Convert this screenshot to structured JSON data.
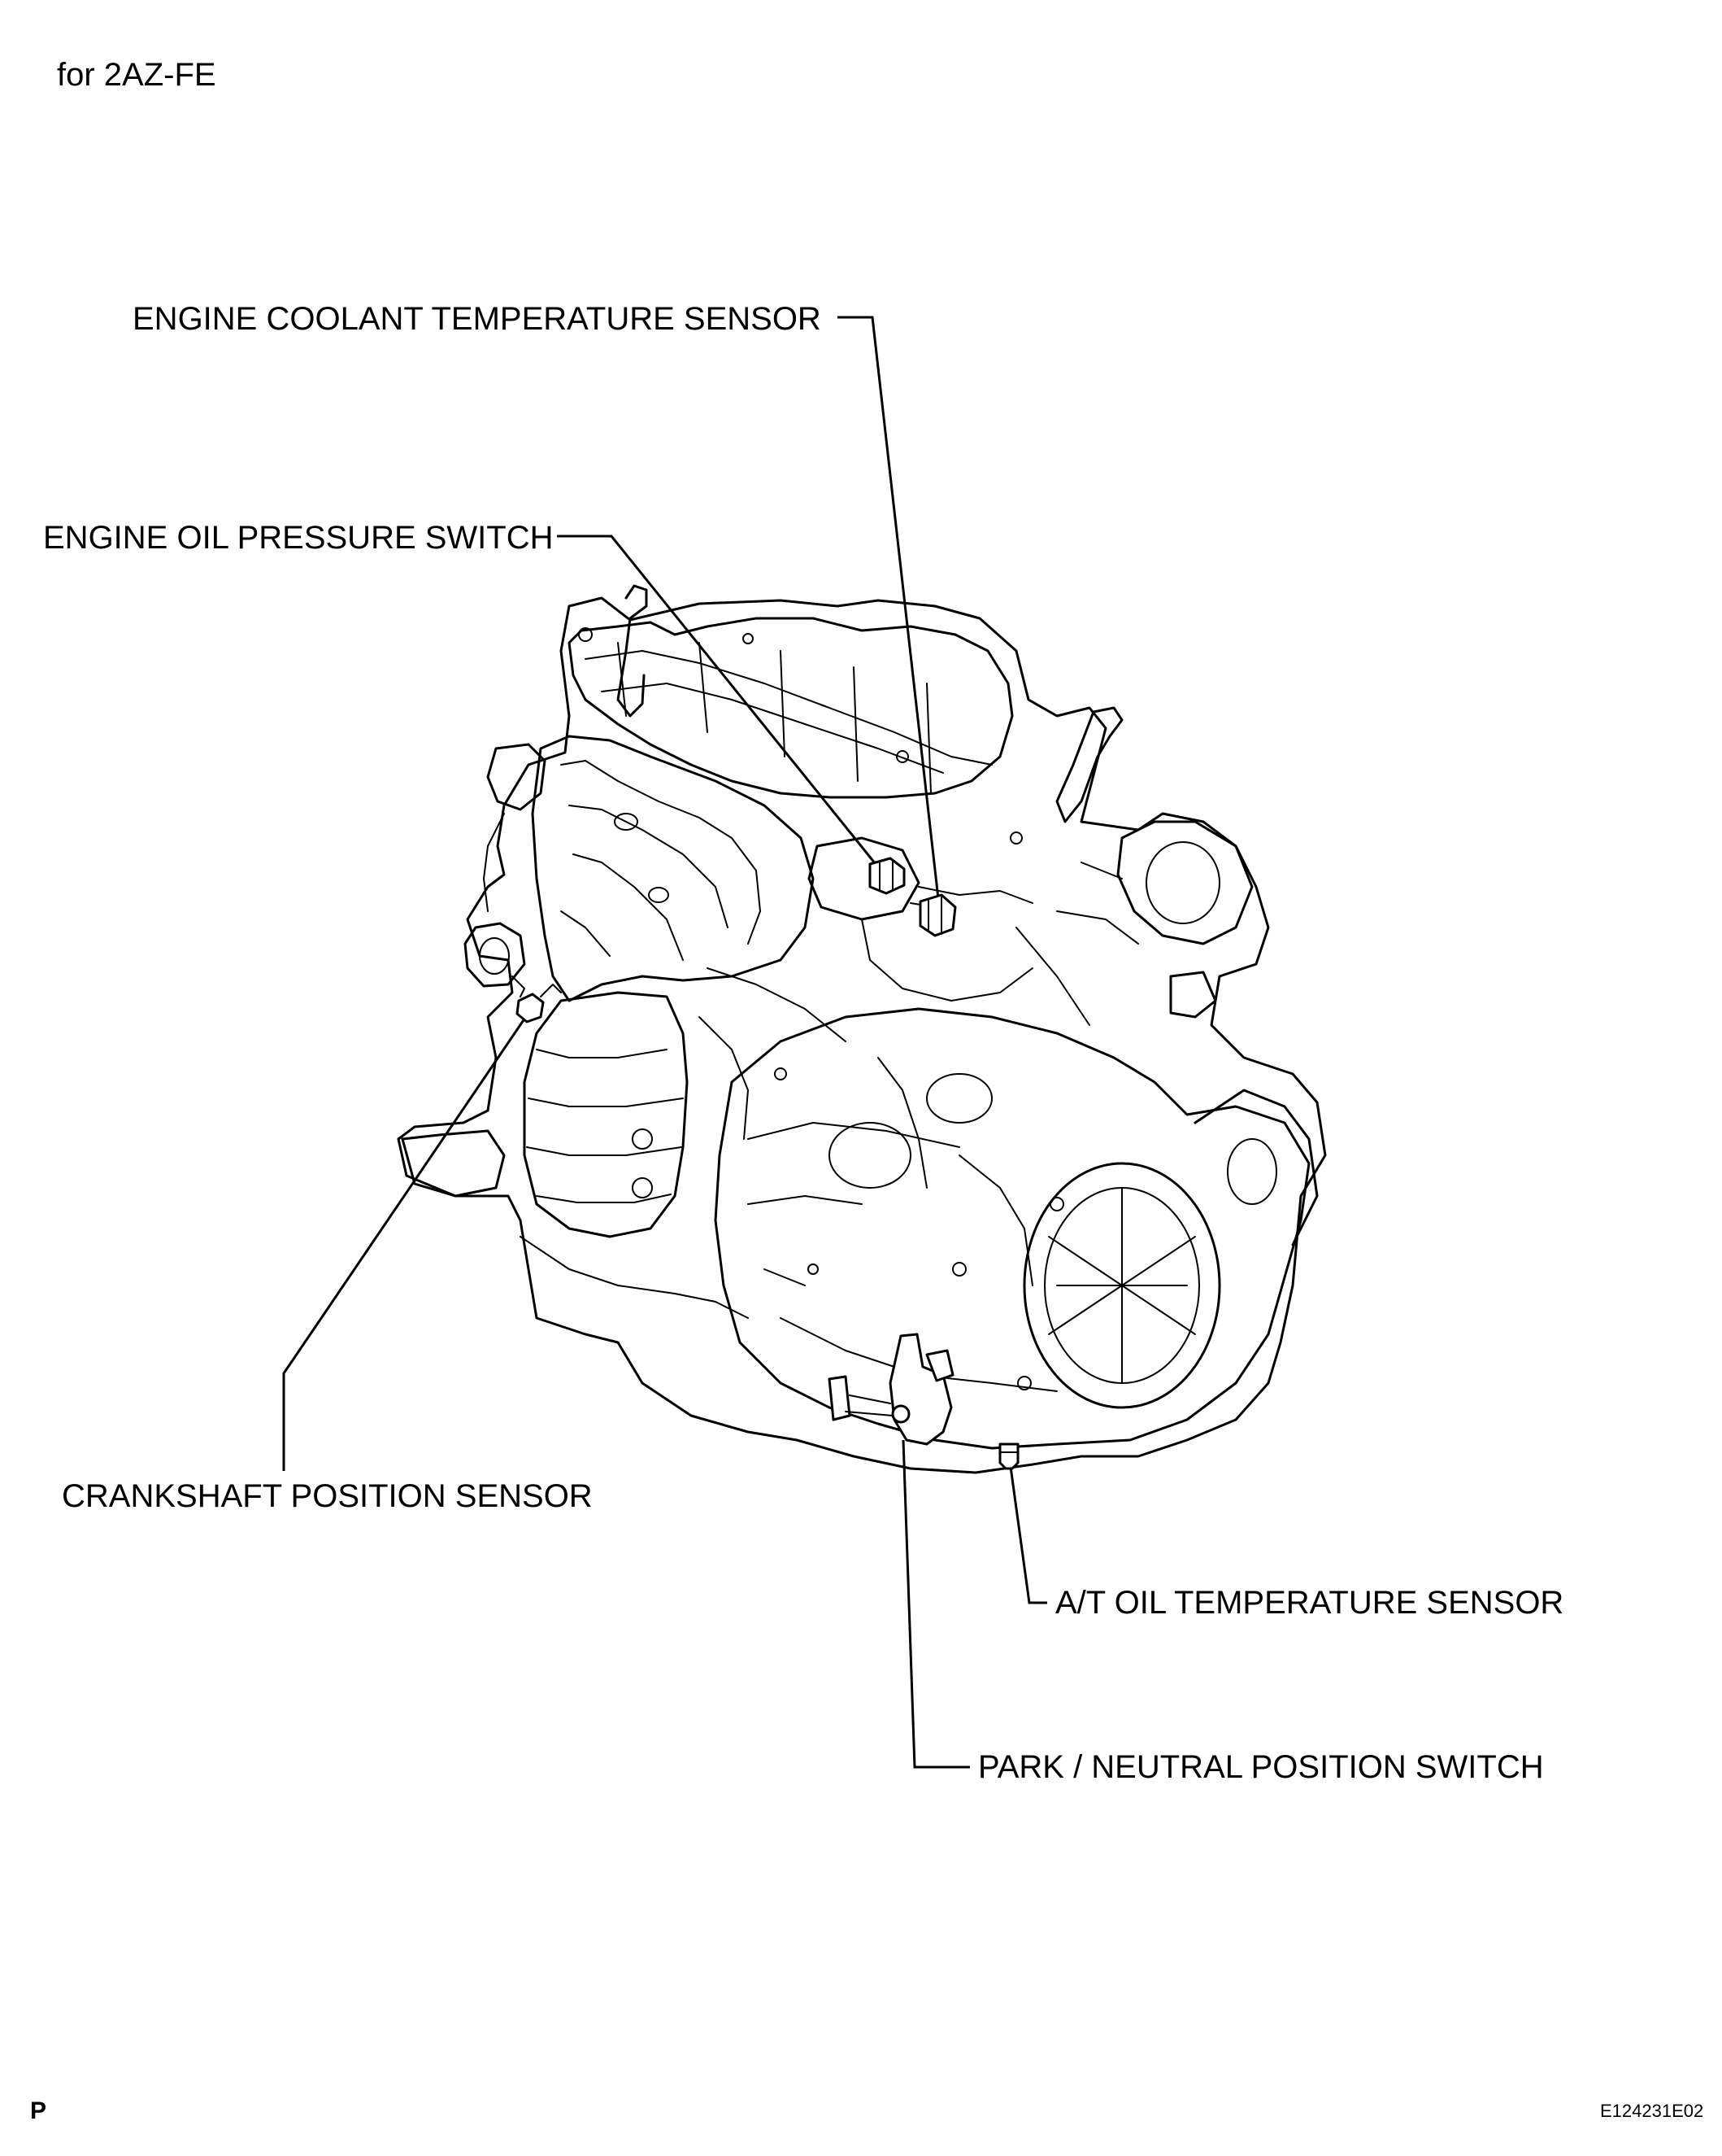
{
  "header": {
    "variant_label": "for 2AZ-FE"
  },
  "callouts": {
    "engine_coolant_temperature_sensor": "ENGINE COOLANT TEMPERATURE SENSOR",
    "engine_oil_pressure_switch": "ENGINE OIL PRESSURE SWITCH",
    "crankshaft_position_sensor": "CRANKSHAFT POSITION SENSOR",
    "at_oil_temperature_sensor": "A/T OIL TEMPERATURE SENSOR",
    "park_neutral_position_switch": "PARK / NEUTRAL POSITION SWITCH"
  },
  "footer": {
    "section_code": "P",
    "figure_id": "E124231E02"
  },
  "colors": {
    "line": "#000000",
    "background": "#ffffff"
  }
}
